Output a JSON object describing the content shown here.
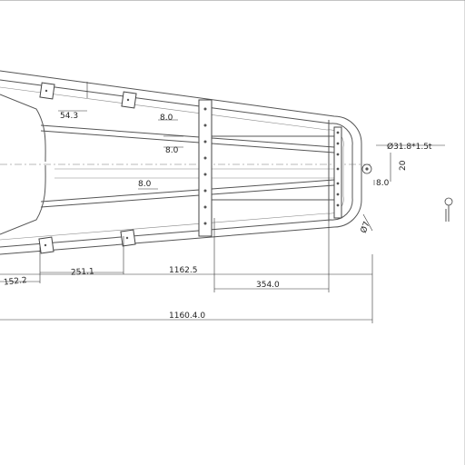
{
  "dimensions": {
    "angle_top": "54.3",
    "gap_1": "8.0",
    "gap_2": "8.0",
    "gap_3": "8.0",
    "gap_4": "8.0",
    "tube_spec": "Ø31.8*1.5t",
    "height_20": "20",
    "radius": "Ø7",
    "len_152": "152.2",
    "len_251": "251.1",
    "len_1162": "1162.5",
    "len_354": "354.0",
    "len_1160": "1160.4.0"
  }
}
